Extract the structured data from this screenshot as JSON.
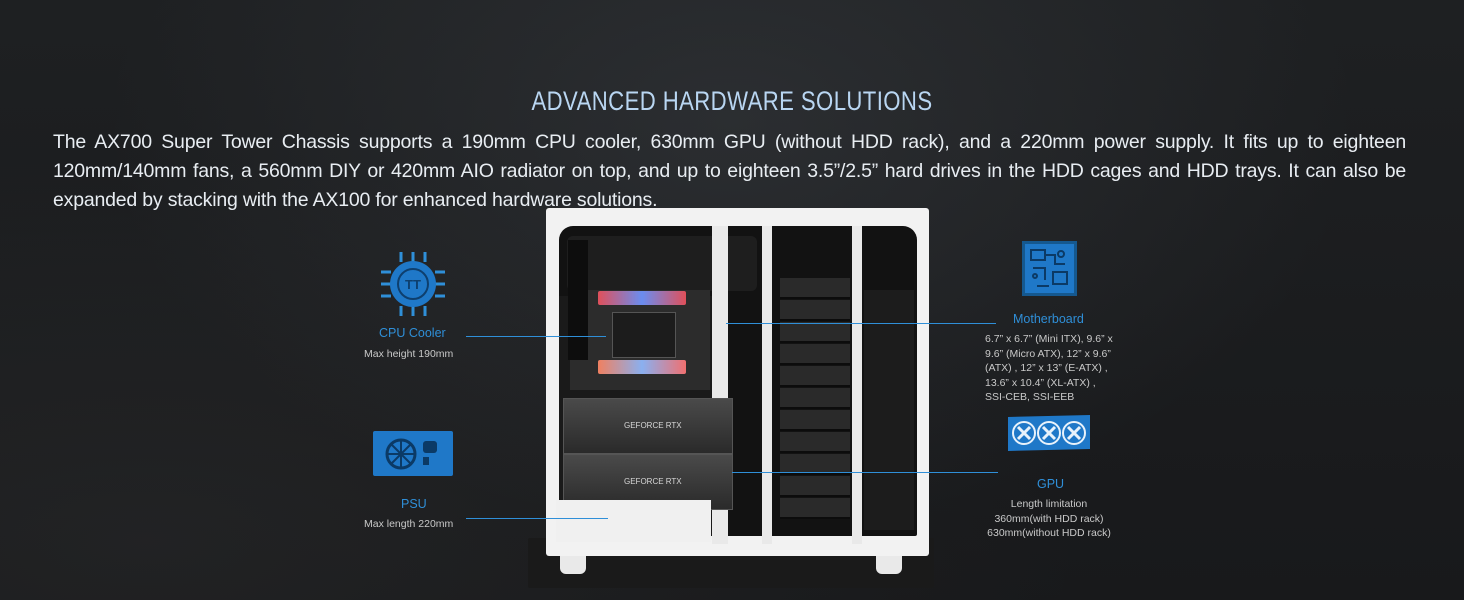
{
  "heading": "ADVANCED HARDWARE SOLUTIONS",
  "description": "The AX700 Super Tower Chassis supports a 190mm CPU cooler, 630mm GPU (without HDD rack), and a 220mm power supply. It fits up to eighteen 120mm/140mm fans, a 560mm DIY or 420mm AIO radiator on top, and up to eighteen 3.5”/2.5” hard drives in the HDD cages and HDD trays. It can also be expanded by stacking with the AX100 for enhanced hardware solutions.",
  "callouts": {
    "cpu": {
      "title": "CPU Cooler",
      "detail": "Max height 190mm",
      "icon": "cpu-chip-icon"
    },
    "psu": {
      "title": "PSU",
      "detail": "Max length 220mm",
      "icon": "power-supply-icon"
    },
    "motherboard": {
      "title": "Motherboard",
      "detail": "6.7” x 6.7” (Mini ITX), 9.6” x 9.6” (Micro ATX), 12” x 9.6” (ATX) , 12” x 13” (E-ATX) , 13.6” x 10.4” (XL-ATX) , SSI-CEB, SSI-EEB",
      "icon": "motherboard-icon"
    },
    "gpu": {
      "title": "GPU",
      "detail": "Length limitation 360mm(with HDD rack) 630mm(without HDD rack)",
      "icon": "gpu-fans-icon"
    }
  },
  "gpu_label": "GEFORCE RTX",
  "colors": {
    "accent": "#2f8fd8",
    "heading": "#b9d6f2",
    "background": "#1b1c1e"
  }
}
